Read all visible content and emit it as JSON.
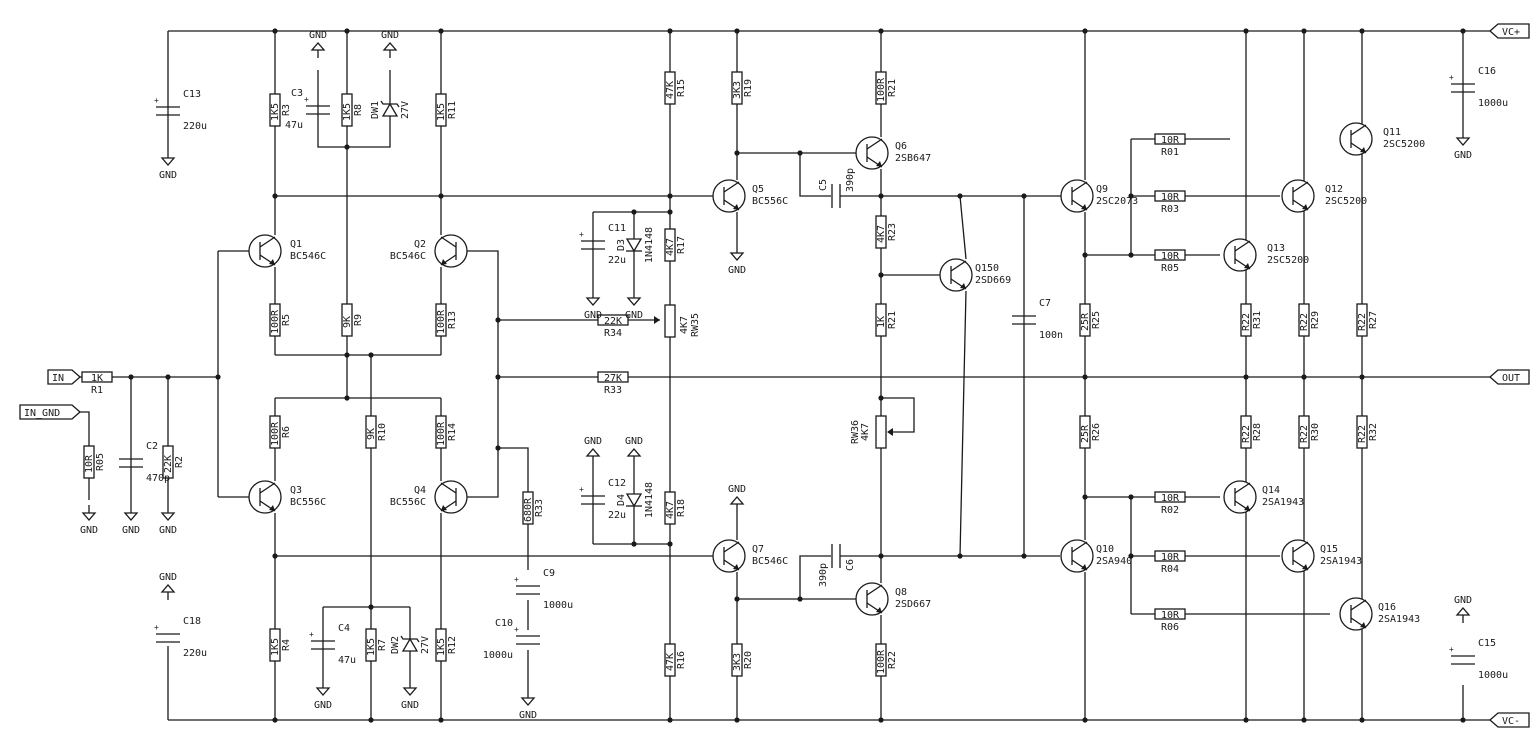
{
  "ports": {
    "vcc_pos": "VC+",
    "vcc_neg": "VC-",
    "input": "IN",
    "input_gnd": "IN_GND",
    "output": "OUT"
  },
  "gnd": "GND",
  "resistors": {
    "R1": {
      "ref": "R1",
      "val": "1K"
    },
    "R2": {
      "ref": "R2",
      "val": "22K"
    },
    "R05": {
      "ref": "R05",
      "val": "10R"
    },
    "R3": {
      "ref": "R3",
      "val": "1K5"
    },
    "R4": {
      "ref": "R4",
      "val": "1K5"
    },
    "R5": {
      "ref": "R5",
      "val": "100R"
    },
    "R6": {
      "ref": "R6",
      "val": "100R"
    },
    "R7": {
      "ref": "R7",
      "val": "1K5"
    },
    "R8": {
      "ref": "R8",
      "val": "1K5"
    },
    "R9": {
      "ref": "R9",
      "val": "9K"
    },
    "R10": {
      "ref": "R10",
      "val": "9K"
    },
    "R11": {
      "ref": "R11",
      "val": "1K5"
    },
    "R12": {
      "ref": "R12",
      "val": "1K5"
    },
    "R13": {
      "ref": "R13",
      "val": "100R"
    },
    "R14": {
      "ref": "R14",
      "val": "100R"
    },
    "R15": {
      "ref": "R15",
      "val": "47K"
    },
    "R16": {
      "ref": "R16",
      "val": "47K"
    },
    "R17": {
      "ref": "R17",
      "val": "4K7"
    },
    "R18": {
      "ref": "R18",
      "val": "4K7"
    },
    "R19": {
      "ref": "R19",
      "val": "3K3"
    },
    "R20": {
      "ref": "R20",
      "val": "3K3"
    },
    "R21a": {
      "ref": "R21",
      "val": "100R"
    },
    "R21b": {
      "ref": "R21",
      "val": "1K"
    },
    "R22": {
      "ref": "R22",
      "val": "100R"
    },
    "R23": {
      "ref": "R23",
      "val": "4K7"
    },
    "R25": {
      "ref": "R25",
      "val": "25R"
    },
    "R26": {
      "ref": "R26",
      "val": "25R"
    },
    "R27": {
      "ref": "R27",
      "val": "R22"
    },
    "R28": {
      "ref": "R28",
      "val": "R22"
    },
    "R29": {
      "ref": "R29",
      "val": "R22"
    },
    "R30": {
      "ref": "R30",
      "val": "R22"
    },
    "R31": {
      "ref": "R31",
      "val": "R22"
    },
    "R32": {
      "ref": "R32",
      "val": "R22"
    },
    "R33v": {
      "ref": "R33",
      "val": "680R"
    },
    "R33h": {
      "ref": "R33",
      "val": "27K"
    },
    "R34": {
      "ref": "R34",
      "val": "22K"
    },
    "RW35": {
      "ref": "RW35",
      "val": "4K7"
    },
    "RW36": {
      "ref": "RW36",
      "val": "4K7"
    },
    "R01": {
      "ref": "R01",
      "val": "10R"
    },
    "R02": {
      "ref": "R02",
      "val": "10R"
    },
    "R03": {
      "ref": "R03",
      "val": "10R"
    },
    "R04": {
      "ref": "R04",
      "val": "10R"
    },
    "R05b": {
      "ref": "R05",
      "val": "10R"
    },
    "R06": {
      "ref": "R06",
      "val": "10R"
    }
  },
  "capacitors": {
    "C2": {
      "ref": "C2",
      "val": "470p"
    },
    "C3": {
      "ref": "C3",
      "val": "47u"
    },
    "C4": {
      "ref": "C4",
      "val": "47u"
    },
    "C5": {
      "ref": "C5",
      "val": "390p"
    },
    "C6": {
      "ref": "C6",
      "val": "390p"
    },
    "C7": {
      "ref": "C7",
      "val": "100n"
    },
    "C9": {
      "ref": "C9",
      "val": "1000u"
    },
    "C10": {
      "ref": "C10",
      "val": "1000u"
    },
    "C11": {
      "ref": "C11",
      "val": "22u"
    },
    "C12": {
      "ref": "C12",
      "val": "22u"
    },
    "C13": {
      "ref": "C13",
      "val": "220u"
    },
    "C15": {
      "ref": "C15",
      "val": "1000u"
    },
    "C16": {
      "ref": "C16",
      "val": "1000u"
    },
    "C18": {
      "ref": "C18",
      "val": "220u"
    }
  },
  "diodes": {
    "DW1": {
      "ref": "DW1",
      "val": "27V"
    },
    "DW2": {
      "ref": "DW2",
      "val": "27V"
    },
    "D3": {
      "ref": "D3",
      "val": "1N4148"
    },
    "D4": {
      "ref": "D4",
      "val": "1N4148"
    }
  },
  "transistors": {
    "Q1": {
      "ref": "Q1",
      "val": "BC546C"
    },
    "Q2": {
      "ref": "Q2",
      "val": "BC546C"
    },
    "Q3": {
      "ref": "Q3",
      "val": "BC556C"
    },
    "Q4": {
      "ref": "Q4",
      "val": "BC556C"
    },
    "Q5": {
      "ref": "Q5",
      "val": "BC556C"
    },
    "Q6": {
      "ref": "Q6",
      "val": "2SB647"
    },
    "Q7": {
      "ref": "Q7",
      "val": "BC546C"
    },
    "Q8": {
      "ref": "Q8",
      "val": "2SD667"
    },
    "Q9": {
      "ref": "Q9",
      "val": "2SC2073"
    },
    "Q10": {
      "ref": "Q10",
      "val": "2SA940"
    },
    "Q11": {
      "ref": "Q11",
      "val": "2SC5200"
    },
    "Q12": {
      "ref": "Q12",
      "val": "2SC5200"
    },
    "Q13": {
      "ref": "Q13",
      "val": "2SC5200"
    },
    "Q14": {
      "ref": "Q14",
      "val": "2SA1943"
    },
    "Q15": {
      "ref": "Q15",
      "val": "2SA1943"
    },
    "Q16": {
      "ref": "Q16",
      "val": "2SA1943"
    },
    "Q150": {
      "ref": "Q150",
      "val": "2SD669"
    }
  }
}
